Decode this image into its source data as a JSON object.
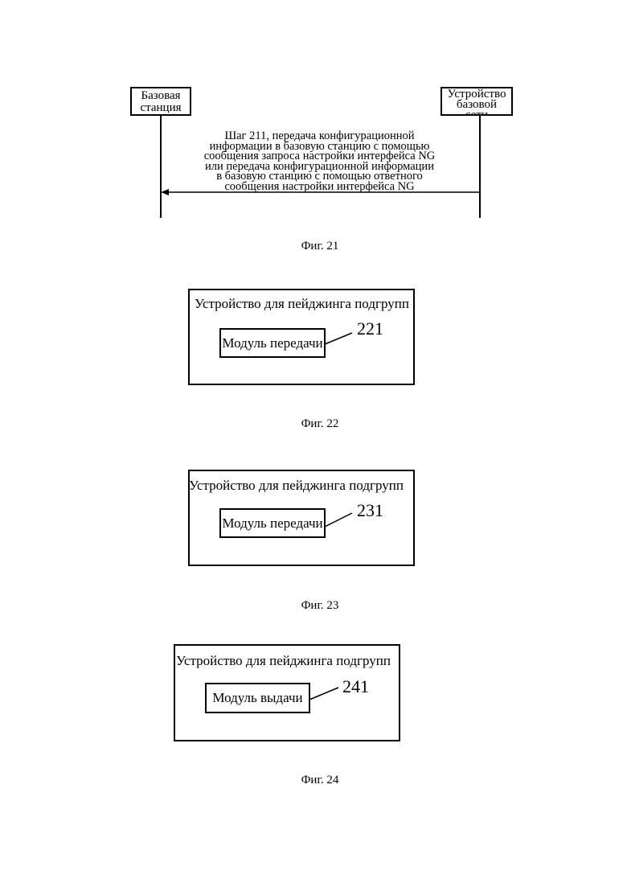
{
  "fig21": {
    "base_station": "Базовая\nстанция",
    "core_device": "Устройство\nбазовой\nсети",
    "message": [
      "Шаг 211, передача конфигурационной",
      "информации в базовую станцию с помощью",
      "сообщения запроса настройки интерфейса NG",
      "или передача конфигурационной информации",
      "в базовую станцию с помощью ответного",
      "сообщения настройки интерфейса NG"
    ],
    "caption": "Фиг. 21"
  },
  "fig22": {
    "title": "Устройство для пейджинга подгрупп",
    "module": "Модуль передачи",
    "ref": "221",
    "caption": "Фиг. 22"
  },
  "fig23": {
    "title": "Устройство для пейджинга подгрупп",
    "module": "Модуль передачи",
    "ref": "231",
    "caption": "Фиг. 23"
  },
  "fig24": {
    "title": "Устройство для пейджинга подгрупп",
    "module": "Модуль выдачи",
    "ref": "241",
    "caption": "Фиг. 24"
  }
}
